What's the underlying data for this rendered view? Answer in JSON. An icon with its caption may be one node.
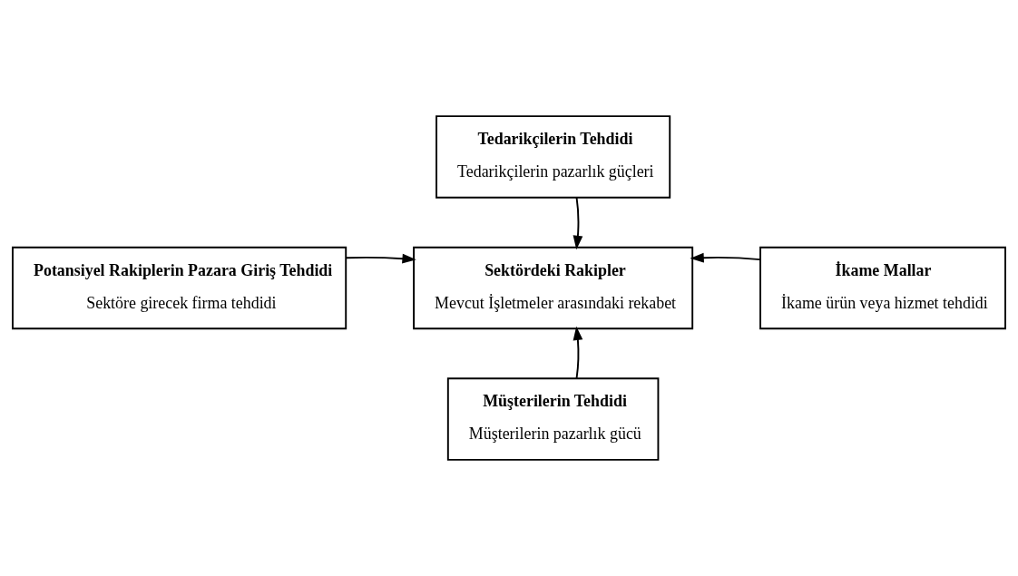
{
  "diagram": {
    "nodes": [
      {
        "text": [
          "Tedarikçilerin Tehdidi",
          "Tedarikçilerin pazarlık güçleri"
        ]
      },
      {
        "text": [
          "Potansiyel Rakiplerin Pazara Giriş Tehdidi",
          "Sektöre girecek firma tehdidi"
        ]
      },
      {
        "text": [
          "Sektördeki Rakipler",
          "Mevcut İşletmeler arasındaki rekabet"
        ]
      },
      {
        "text": [
          "İkame Mallar",
          "İkame ürün veya hizmet tehdidi"
        ]
      },
      {
        "text": [
          "Müşterilerin Tehdidi",
          "Müşterilerin pazarlık gücü"
        ]
      }
    ],
    "edges": [
      {
        "from": 0,
        "to": 2,
        "arrow": "to"
      },
      {
        "from": 1,
        "to": 2,
        "arrow": "to"
      },
      {
        "from": 3,
        "to": 2,
        "arrow": "to"
      },
      {
        "from": 4,
        "to": 2,
        "arrow": "to"
      }
    ]
  }
}
